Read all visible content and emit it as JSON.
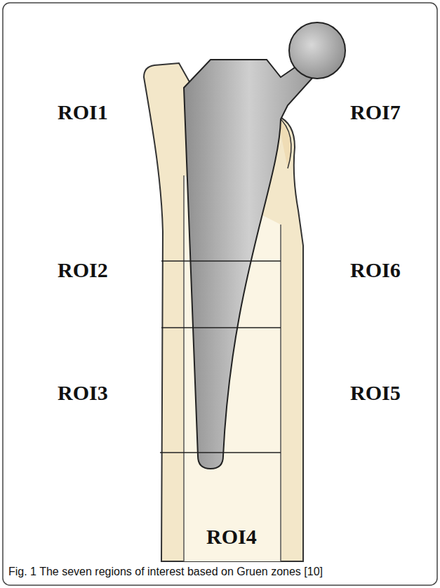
{
  "diagram": {
    "caption": "Fig. 1 The seven regions of interest based on Gruen zones [10]",
    "labels": [
      "ROI1",
      "ROI7",
      "ROI2",
      "ROI6",
      "ROI3",
      "ROI5",
      "ROI4"
    ]
  }
}
